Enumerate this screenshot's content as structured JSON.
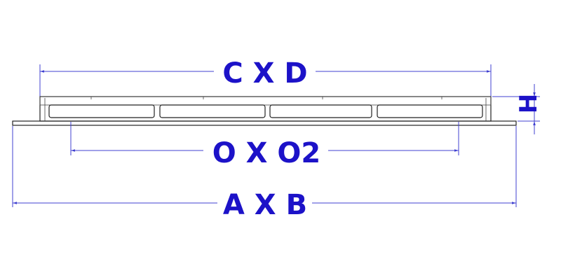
{
  "labels": {
    "top_dimension": "C X D",
    "middle_dimension": "O X O2",
    "bottom_dimension": "A X B",
    "height_dimension": "H"
  },
  "colors": {
    "dimension_text": "#1c12c8",
    "dimension_line": "#4040d0",
    "drawing_line": "#222222"
  }
}
